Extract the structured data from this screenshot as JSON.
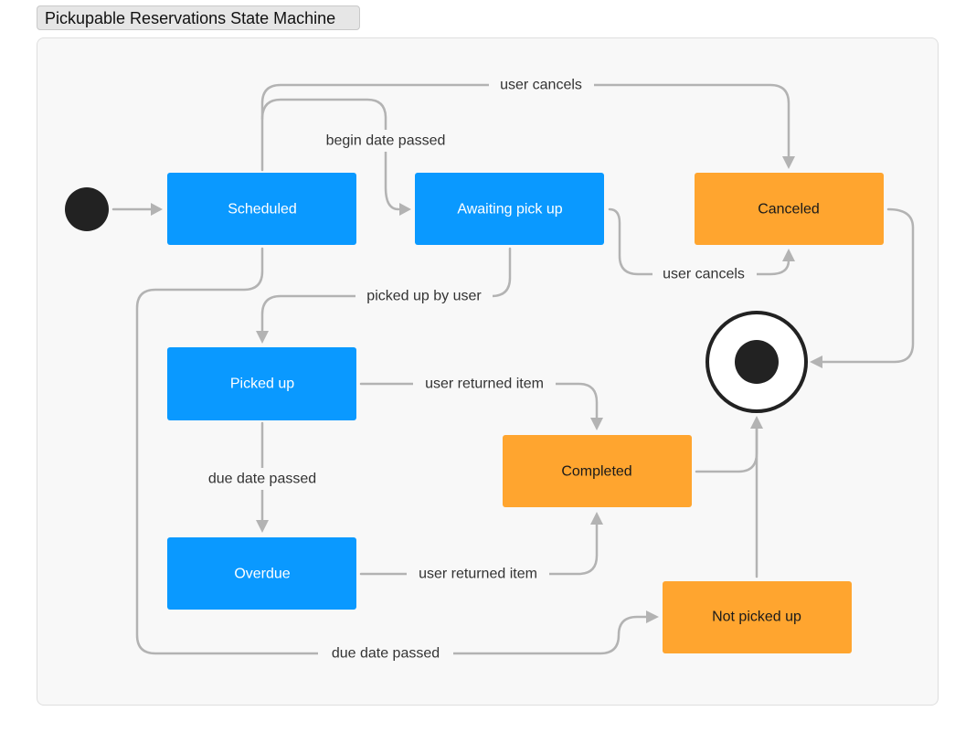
{
  "title": "Pickupable Reservations State Machine",
  "colors": {
    "blue_state": "#0a99ff",
    "orange_state": "#ffa52f",
    "edge": "#b3b3b3",
    "node_dark": "#222222",
    "canvas": "#f8f8f8"
  },
  "states": {
    "scheduled": "Scheduled",
    "awaiting_pick_up": "Awaiting pick up",
    "canceled": "Canceled",
    "picked_up": "Picked up",
    "completed": "Completed",
    "overdue": "Overdue",
    "not_picked_up": "Not picked up"
  },
  "transitions": {
    "user_cancels_top": "user cancels",
    "begin_date_passed": "begin date passed",
    "user_cancels_awaiting": "user cancels",
    "picked_up_by_user": "picked up by user",
    "user_returned_item_picked": "user returned item",
    "due_date_passed_picked": "due date passed",
    "user_returned_item_overdue": "user returned item",
    "due_date_passed_scheduled": "due date passed"
  }
}
